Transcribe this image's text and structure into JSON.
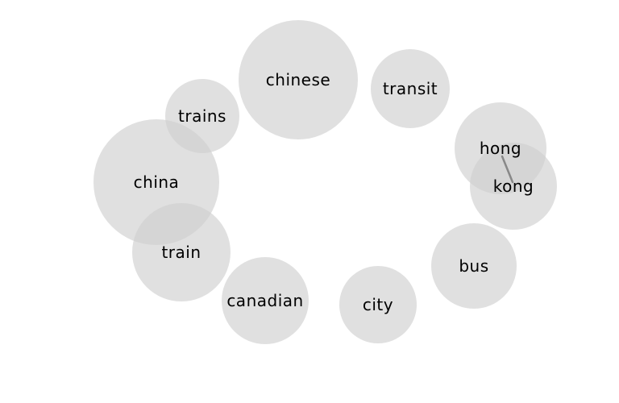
{
  "diagram": {
    "nodes": [
      {
        "id": "chinese",
        "label": "chinese"
      },
      {
        "id": "transit",
        "label": "transit"
      },
      {
        "id": "trains",
        "label": "trains"
      },
      {
        "id": "hong",
        "label": "hong"
      },
      {
        "id": "kong",
        "label": "kong"
      },
      {
        "id": "china",
        "label": "china"
      },
      {
        "id": "train",
        "label": "train"
      },
      {
        "id": "bus",
        "label": "bus"
      },
      {
        "id": "canadian",
        "label": "canadian"
      },
      {
        "id": "city",
        "label": "city"
      }
    ],
    "links": [
      {
        "from": "hong",
        "to": "kong"
      }
    ],
    "colors": {
      "bubble_fill": "#cfcfcf",
      "link": "#888888",
      "label": "#000000"
    }
  }
}
